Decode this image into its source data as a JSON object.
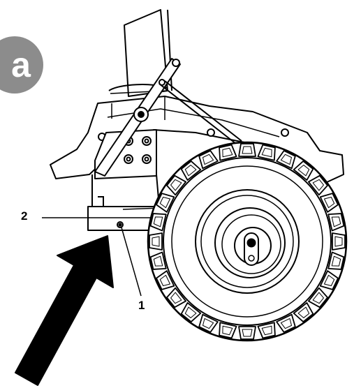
{
  "figure": {
    "badge_label": "a",
    "callouts": [
      {
        "id": "2",
        "label": "2"
      },
      {
        "id": "1",
        "label": "1"
      }
    ],
    "colors": {
      "ink": "#000000",
      "badge": "#8c8c8c",
      "background": "#ffffff"
    },
    "icons": {
      "arrow": "push-direction-arrow-icon",
      "wheel": "wheel-icon"
    }
  }
}
